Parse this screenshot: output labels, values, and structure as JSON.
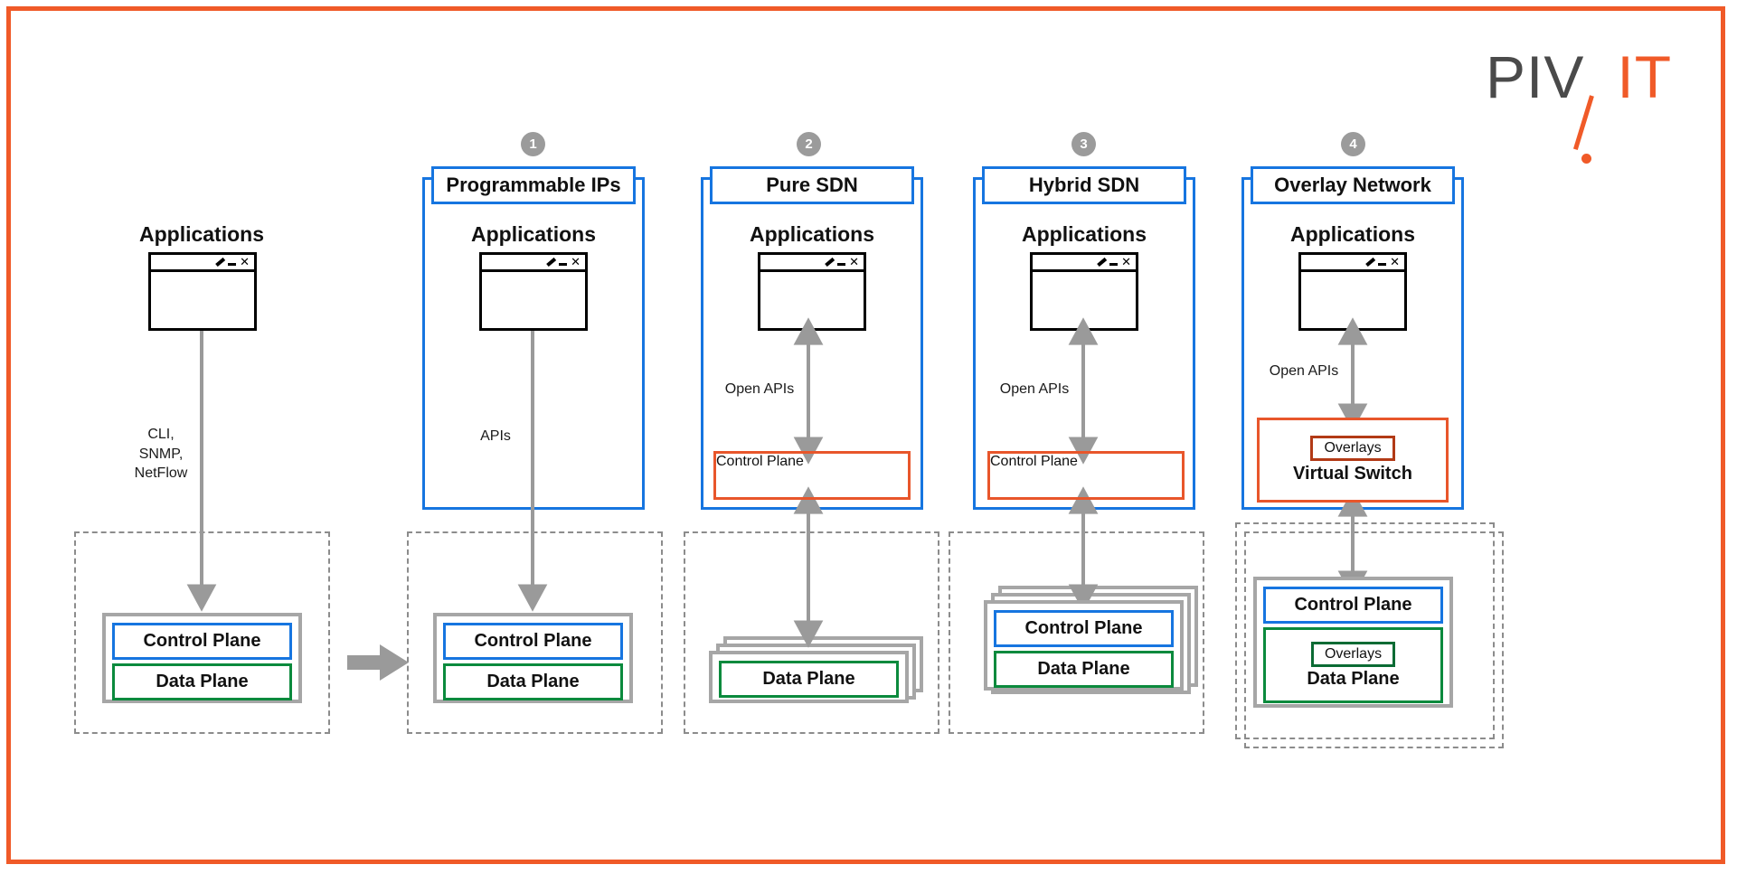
{
  "brand": {
    "logo_dark": "PIV",
    "logo_orange": "IT",
    "accent_color": "#F05A28",
    "logo_dark_color": "#4A4A4A"
  },
  "colors": {
    "blue": "#1675E0",
    "green": "#0B8A3D",
    "orange": "#E8562B",
    "gray": "#A6A6A6",
    "dashed_gray": "#8C8C8C"
  },
  "labels": {
    "applications": "Applications",
    "control_plane": "Control Plane",
    "data_plane": "Data Plane",
    "virtual_switch": "Virtual Switch",
    "overlays": "Overlays"
  },
  "columns": [
    {
      "badge": "",
      "title": "",
      "applications": "Applications",
      "connector_label": "CLI,\nSNMP,\nNetFlow",
      "connector_label_lines": [
        "CLI,",
        "SNMP,",
        "NetFlow"
      ],
      "connector_direction": "down",
      "device_planes": [
        "Control Plane",
        "Data Plane"
      ],
      "stacked": false
    },
    {
      "badge": "1",
      "title": "Programmable IPs",
      "applications": "Applications",
      "connector_label": "APIs",
      "connector_label_lines": [
        "APIs"
      ],
      "connector_direction": "down",
      "device_planes": [
        "Control Plane",
        "Data Plane"
      ],
      "stacked": false
    },
    {
      "badge": "2",
      "title": "Pure SDN",
      "applications": "Applications",
      "connector_label": "Open APIs",
      "connector_label_lines": [
        "Open APIs"
      ],
      "connector_direction": "both",
      "group_plane": "Control Plane",
      "device_planes": [
        "Data Plane"
      ],
      "stacked": true
    },
    {
      "badge": "3",
      "title": "Hybrid SDN",
      "applications": "Applications",
      "connector_label": "Open APIs",
      "connector_label_lines": [
        "Open APIs"
      ],
      "connector_direction": "both",
      "group_plane": "Control Plane",
      "device_planes": [
        "Control Plane",
        "Data Plane"
      ],
      "stacked": true
    },
    {
      "badge": "4",
      "title": "Overlay Network",
      "applications": "Applications",
      "connector_label": "Open APIs",
      "connector_label_lines": [
        "Open APIs"
      ],
      "connector_direction": "both",
      "group_block_title": "Virtual Switch",
      "group_block_chip": "Overlays",
      "device_planes": [
        "Control Plane",
        "Data Plane"
      ],
      "device_chip": "Overlays",
      "stacked": false
    }
  ],
  "transition_arrow": "evolution-arrow"
}
